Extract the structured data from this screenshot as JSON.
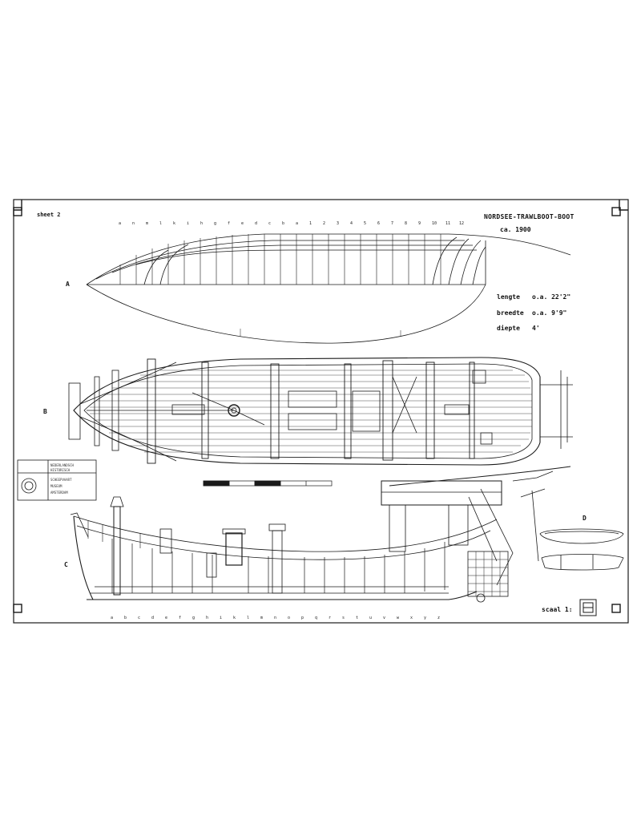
{
  "drawing": {
    "title": "NORDSEE-TRAWLBOOT-BOOT",
    "subtitle": "ca. 1900",
    "sheet_number": "sheet 2",
    "scale_text": "scaal 1:",
    "specs": [
      {
        "key": "lengte",
        "value": "o.a. 22'2\""
      },
      {
        "key": "breedte",
        "value": "o.a. 9'9\""
      },
      {
        "key": "diepte",
        "value": "4'"
      }
    ],
    "view_labels": {
      "lines": "A",
      "deck": "B",
      "profile": "C",
      "detail": "D"
    },
    "station_labels_top": [
      "a",
      "n",
      "m",
      "l",
      "k",
      "i",
      "h",
      "g",
      "f",
      "e",
      "d",
      "c",
      "b",
      "a",
      "1",
      "2",
      "3",
      "4",
      "5",
      "6",
      "7",
      "8",
      "9",
      "10",
      "11",
      "12"
    ],
    "station_labels_bottom": [
      "a",
      "b",
      "c",
      "d",
      "e",
      "f",
      "g",
      "h",
      "i",
      "k",
      "l",
      "m",
      "n",
      "o",
      "p",
      "q",
      "r",
      "s",
      "t",
      "u",
      "v",
      "w",
      "x",
      "y",
      "z"
    ],
    "title_block": {
      "rows": [
        "NEDERLANDSCH",
        "HISTORISCH",
        "SCHEEPVAART",
        "MUSEUM",
        "AMSTERDAM"
      ]
    }
  },
  "colors": {
    "ink": "#1a1a1a",
    "paper": "#ffffff"
  },
  "icons": {
    "corner": "corner-registration-mark-icon",
    "stamp": "museum-stamp-icon"
  }
}
